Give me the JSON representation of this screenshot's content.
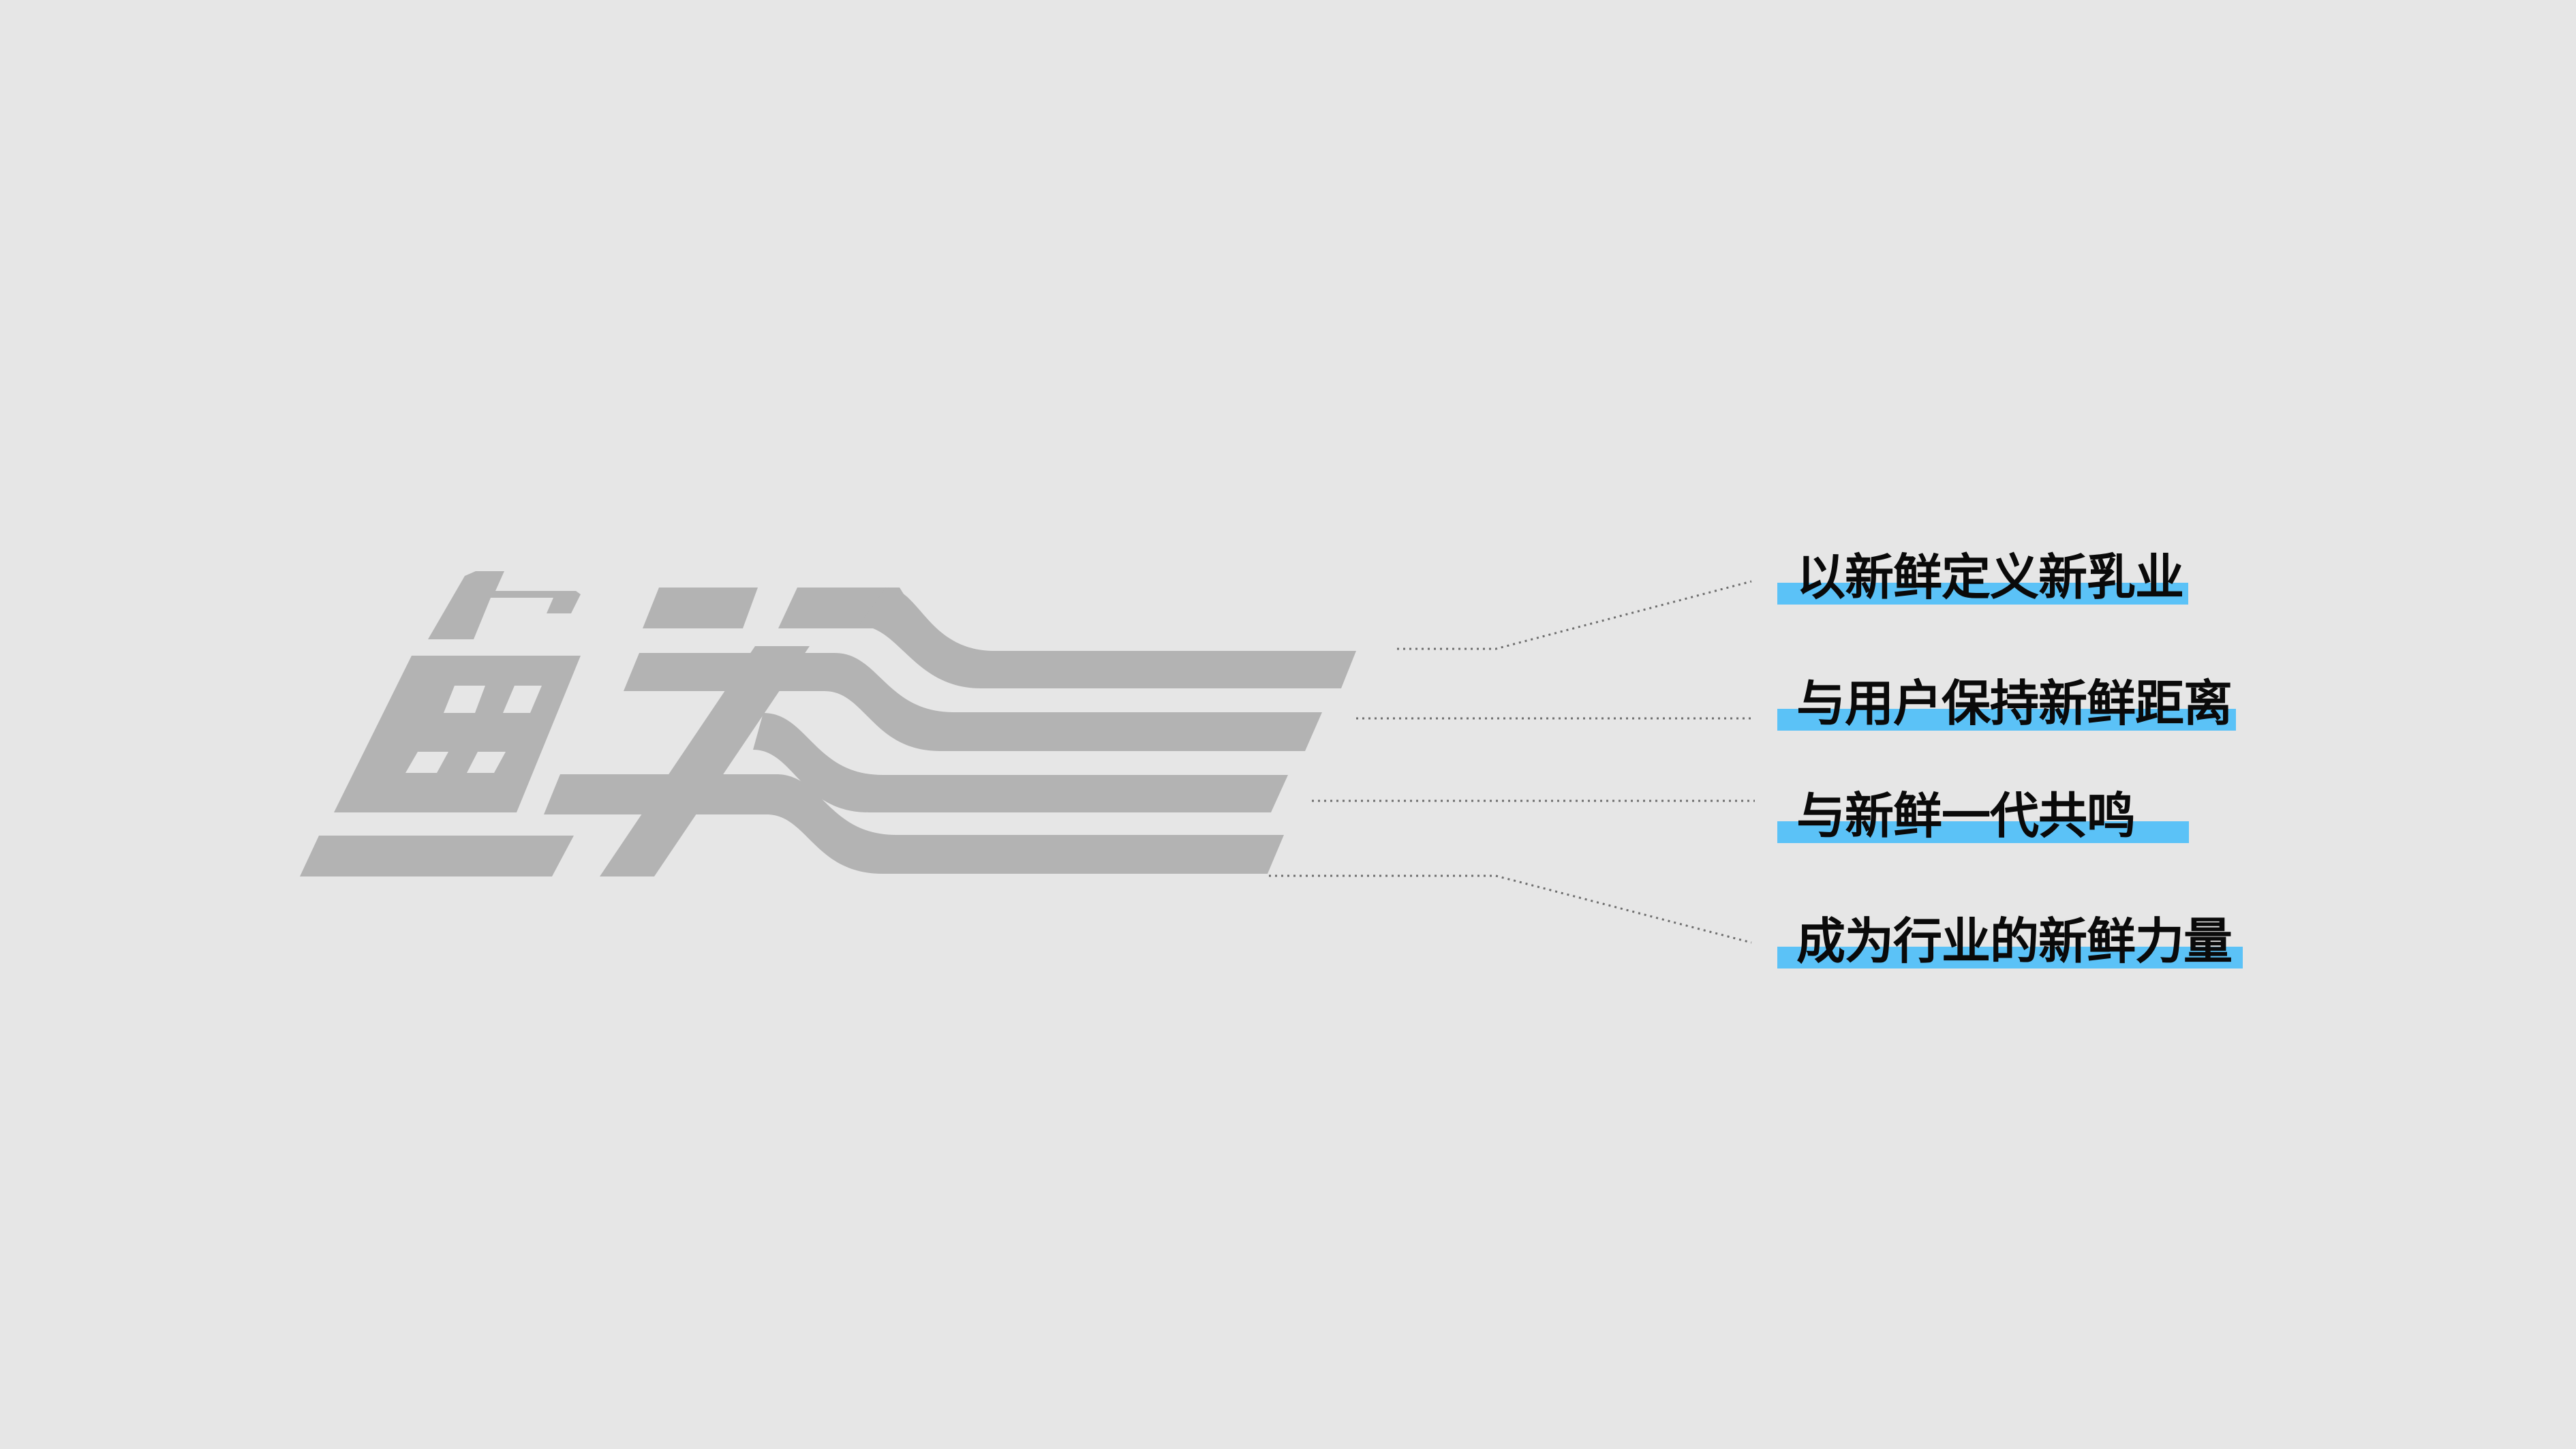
{
  "logo": {
    "character": "鲜",
    "color": "#b3b3b3"
  },
  "taglines": [
    "以新鲜定义新乳业",
    "与用户保持新鲜距离",
    "与新鲜一代共鸣",
    "成为行业的新鲜力量"
  ],
  "colors": {
    "background": "#e6e6e6",
    "highlight": "#5bc2f7",
    "text": "#0a0a0a",
    "connector": "#6e6e6e"
  }
}
